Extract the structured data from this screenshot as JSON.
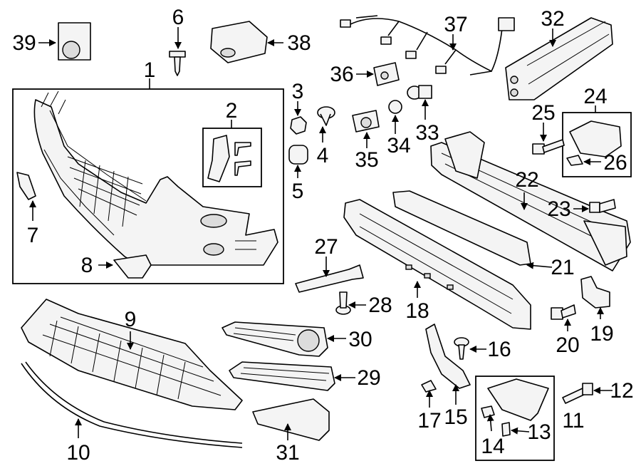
{
  "callouts": {
    "c1": "1",
    "c2": "2",
    "c3": "3",
    "c4": "4",
    "c5": "5",
    "c6": "6",
    "c7": "7",
    "c8": "8",
    "c9": "9",
    "c10": "10",
    "c11": "11",
    "c12": "12",
    "c13": "13",
    "c14": "14",
    "c15": "15",
    "c16": "16",
    "c17": "17",
    "c18": "18",
    "c19": "19",
    "c20": "20",
    "c21": "21",
    "c22": "22",
    "c23": "23",
    "c24": "24",
    "c25": "25",
    "c26": "26",
    "c27": "27",
    "c28": "28",
    "c29": "29",
    "c30": "30",
    "c31": "31",
    "c32": "32",
    "c33": "33",
    "c34": "34",
    "c35": "35",
    "c36": "36",
    "c37": "37",
    "c38": "38",
    "c39": "39"
  }
}
